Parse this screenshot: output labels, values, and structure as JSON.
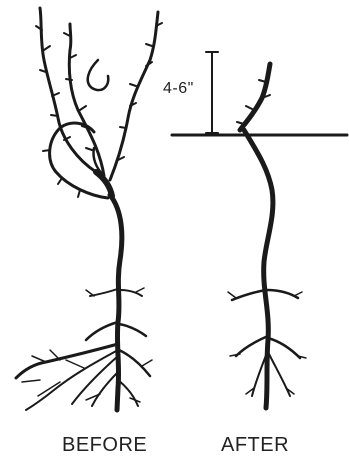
{
  "labels": {
    "before": "BEFORE",
    "after": "AFTER",
    "measurement": "4-6\""
  },
  "colors": {
    "ink": "#1a1a1a",
    "background": "#ffffff"
  }
}
